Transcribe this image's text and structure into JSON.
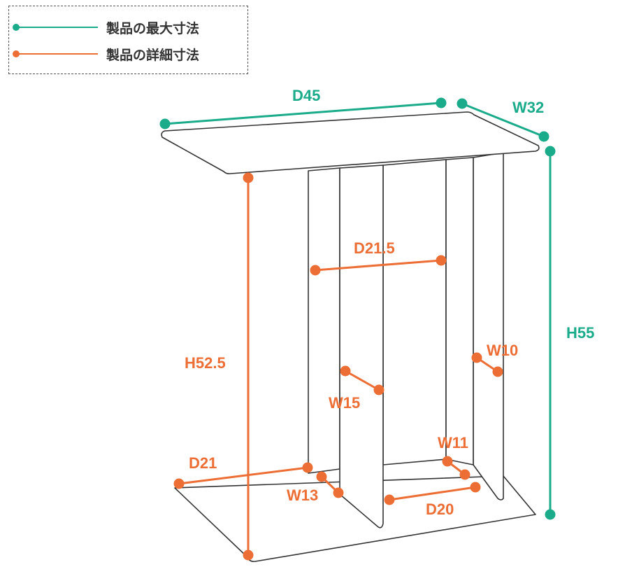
{
  "legend": {
    "max_label": "製品の最大寸法",
    "detail_label": "製品の詳細寸法"
  },
  "colors": {
    "max": "#1aab8a",
    "detail": "#ec6e35",
    "outline": "#333333",
    "panel_fill": "#ffffff",
    "shadow": "#e6e6e6"
  },
  "dimensions": {
    "max": {
      "depth": "D45",
      "width": "W32",
      "height": "H55"
    },
    "detail": {
      "panel_gap_depth": "D21.5",
      "leg_height": "H52.5",
      "panel_width_a": "W15",
      "panel_width_b": "W10",
      "panel_width_c": "W11",
      "panel_width_d": "W13",
      "base_depth_a": "D21",
      "base_depth_b": "D20"
    }
  }
}
